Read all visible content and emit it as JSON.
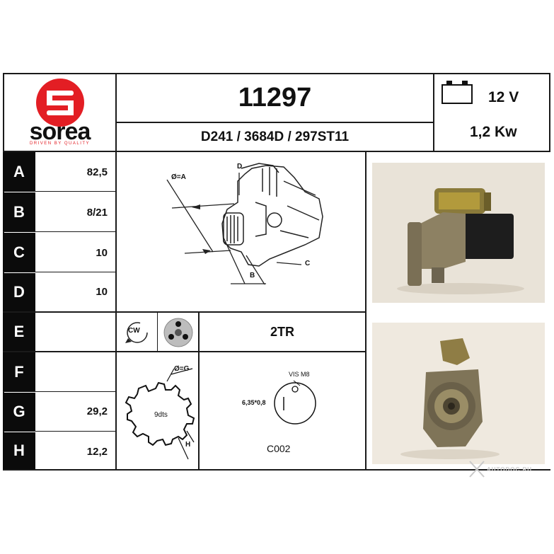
{
  "brand": {
    "logo_letter": "S",
    "name": "sorea",
    "tagline": "DRIVEN BY QUALITY",
    "logo_color": "#e31e24"
  },
  "header": {
    "part_number": "11297",
    "references": "D241 / 3684D / 297ST11",
    "voltage": "12 V",
    "power": "1,2 Kw"
  },
  "rows": [
    {
      "label": "A",
      "value": "82,5"
    },
    {
      "label": "B",
      "value": "8/21"
    },
    {
      "label": "C",
      "value": "10"
    },
    {
      "label": "D",
      "value": "10"
    },
    {
      "label": "E",
      "value": ""
    },
    {
      "label": "F",
      "value": ""
    },
    {
      "label": "G",
      "value": "29,2"
    },
    {
      "label": "H",
      "value": "12,2"
    }
  ],
  "diagram": {
    "diameter_label": "Ø=A",
    "d_label": "D",
    "c_label": "C",
    "b_label": "B"
  },
  "rotation": {
    "cw_label": "CW",
    "type_label": "2TR"
  },
  "gear": {
    "diameter_label": "Ø=G",
    "teeth_label": "9dts",
    "h_label": "H"
  },
  "connector": {
    "stud_label": "VIS M8",
    "dim_label": "6,35*0,8",
    "code": "C002"
  },
  "watermark": "AUTODOC.RU"
}
